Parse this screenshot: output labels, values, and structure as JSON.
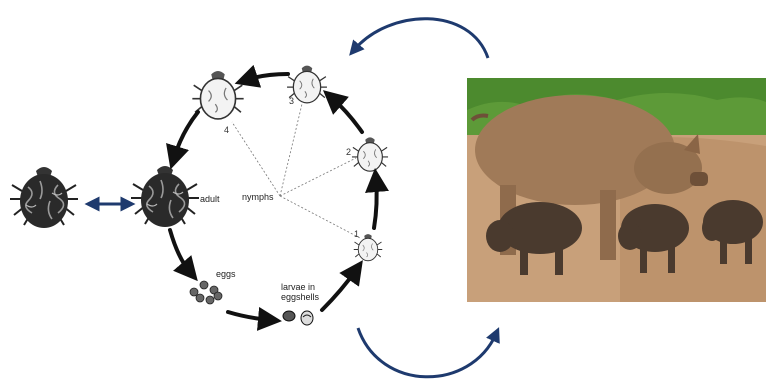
{
  "diagram": {
    "labels": {
      "adult": "adult",
      "nymphs": "nymphs",
      "eggs": "eggs",
      "larvae_line1": "larvae in",
      "larvae_line2": "eggshells"
    },
    "nymph_stages": [
      "1",
      "2",
      "3",
      "4"
    ],
    "photo": {
      "subject": "adult pig nursing piglets on bare soil",
      "colors": {
        "foliage": "#4c8a2e",
        "soil": "#c9a27a",
        "adult_pig": "#a07a58",
        "piglets": "#4a3a2e"
      }
    },
    "colors": {
      "cycle_arrow": "#111111",
      "loop_arrow": "#1e3a6e",
      "tick_body": "#444444"
    }
  }
}
